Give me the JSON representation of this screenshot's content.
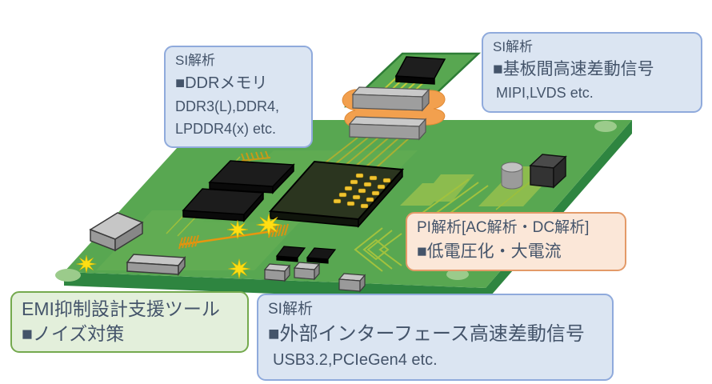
{
  "callouts": {
    "ddr": {
      "title": "SI解析",
      "bullet": "■DDRメモリ",
      "line1": "DDR3(L),DDR4,",
      "line2": "LPDDR4(x) etc."
    },
    "board2board": {
      "title": "SI解析",
      "bullet": "■基板間高速差動信号",
      "detail": "MIPI,LVDS etc."
    },
    "pi": {
      "title": "PI解析[AC解析・DC解析]",
      "bullet": "■低電圧化・大電流"
    },
    "emi": {
      "title": "EMI抑制設計支援ツール",
      "bullet": "■ノイズ対策"
    },
    "external": {
      "title": "SI解析",
      "bullet": "■外部インターフェース高速差動信号",
      "detail": "USB3.2,PCIeGen4 etc."
    }
  },
  "colors": {
    "callout_blue_fill": "#dbe5f2",
    "callout_blue_border": "#8faadc",
    "callout_orange_fill": "#fbe7d8",
    "callout_orange_border": "#e39a68",
    "callout_green_fill": "#e3efdb",
    "callout_green_border": "#74a94e",
    "callout_text": "#44546a",
    "board_green": "#58a751",
    "board_side_green": "#2e8540",
    "power_plane_green": "#8cbc4e",
    "flex_cable_orange": "#f2a04e",
    "noise_burst_yellow": "#ffde14",
    "pad_gold": "#f0c430"
  }
}
